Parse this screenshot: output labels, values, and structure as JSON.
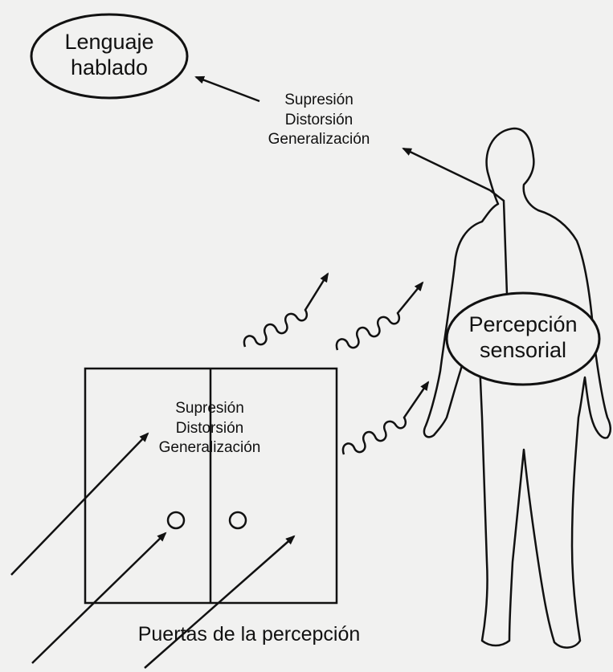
{
  "ovals": {
    "spoken_language": {
      "line1": "Lenguaje",
      "line2": "hablado"
    },
    "sensory_perception": {
      "line1": "Percepción",
      "line2": "sensorial"
    }
  },
  "filters_top": {
    "line1": "Supresión",
    "line2": "Distorsión",
    "line3": "Generalización"
  },
  "filters_doors": {
    "line1": "Supresión",
    "line2": "Distorsión",
    "line3": "Generalización"
  },
  "caption": "Puertas de la percepción",
  "colors": {
    "ink": "#111111",
    "paper": "#f1f1f0"
  }
}
